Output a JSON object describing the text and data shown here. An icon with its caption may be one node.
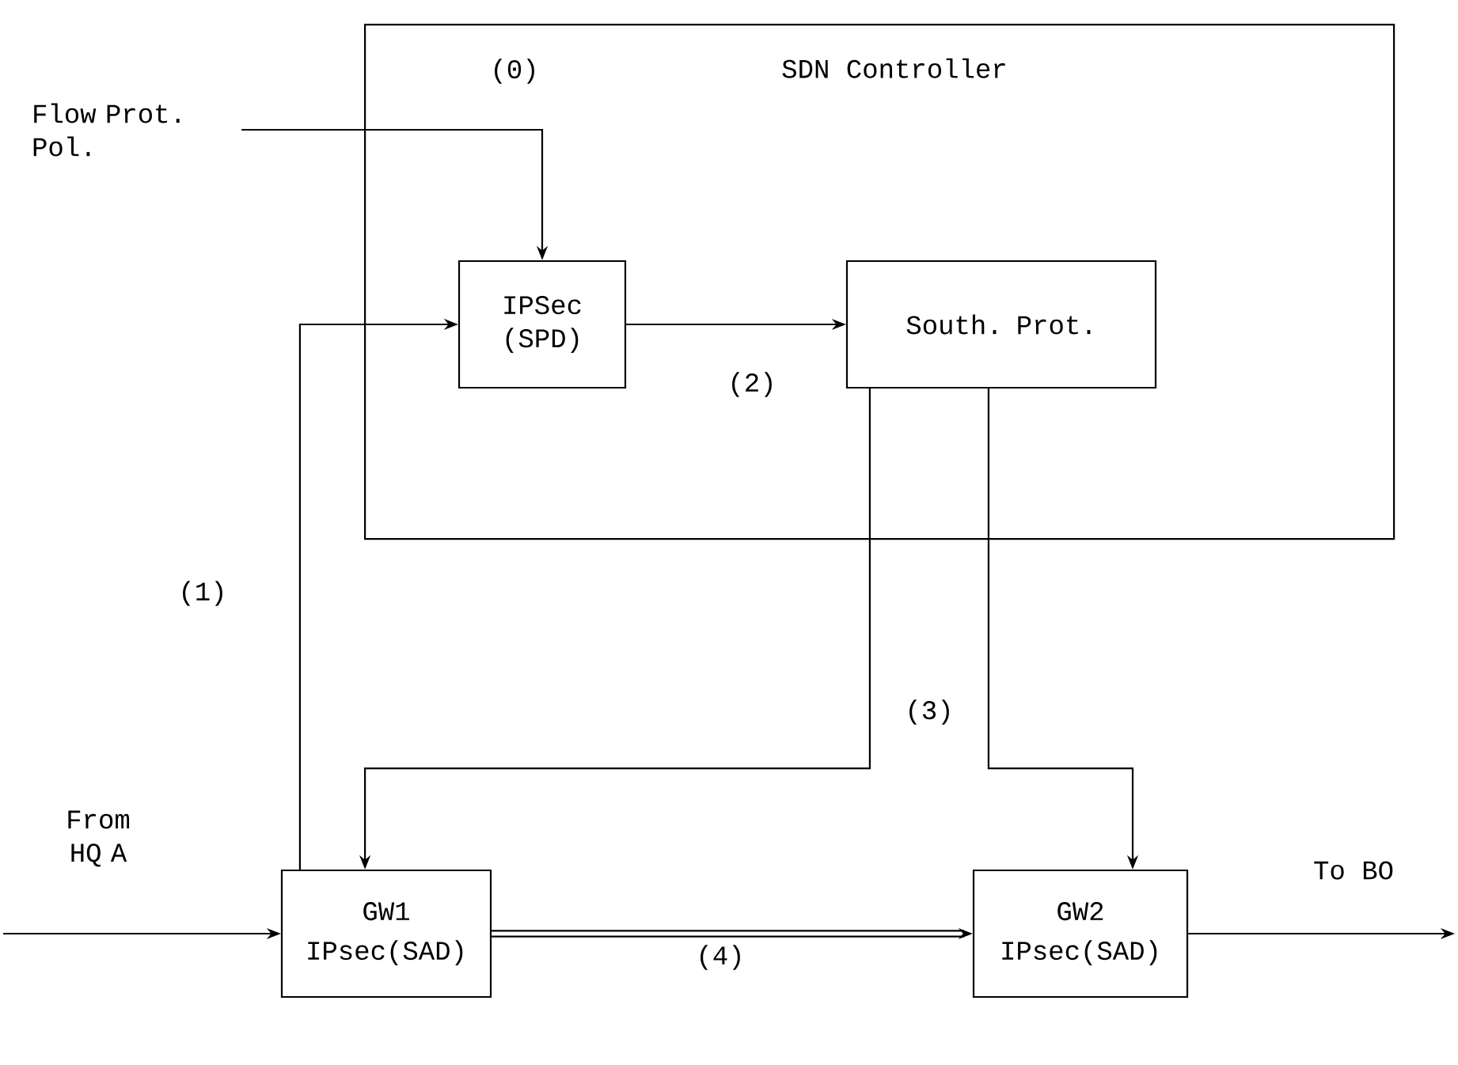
{
  "diagram": {
    "nodes": [
      {
        "text": [
          "SDN Controller"
        ]
      },
      {
        "text": [
          "IPSec (SPD)"
        ],
        "in": 0
      },
      {
        "text": [
          "South. Prot."
        ],
        "in": 0
      },
      {
        "text": [
          "GW1",
          "IPsec(SAD)"
        ]
      },
      {
        "text": [
          "GW2",
          "IPsec(SAD)"
        ]
      },
      {
        "text": [
          "Flow Prot. Pol."
        ]
      }
    ],
    "edges": [
      {
        "from": 5,
        "to": 1,
        "arrow": "to",
        "label": "(0)"
      },
      {
        "from": 3,
        "to": 1,
        "arrow": "to",
        "label": "(1)"
      },
      {
        "from": 1,
        "to": 2,
        "arrow": "to",
        "label": "(2)"
      },
      {
        "from": 2,
        "to": 3,
        "arrow": "to"
      },
      {
        "from": 2,
        "to": 4,
        "arrow": "to"
      },
      {
        "from": 3,
        "to": 4,
        "arrow": "to",
        "label": "(4)",
        "style": "thick"
      },
      {
        "from": null,
        "to": 3,
        "arrow": "to",
        "label": "From HQ A"
      },
      {
        "from": 4,
        "to": null,
        "arrow": "to",
        "label": "To BO"
      }
    ],
    "labels": [
      "(3)"
    ]
  }
}
